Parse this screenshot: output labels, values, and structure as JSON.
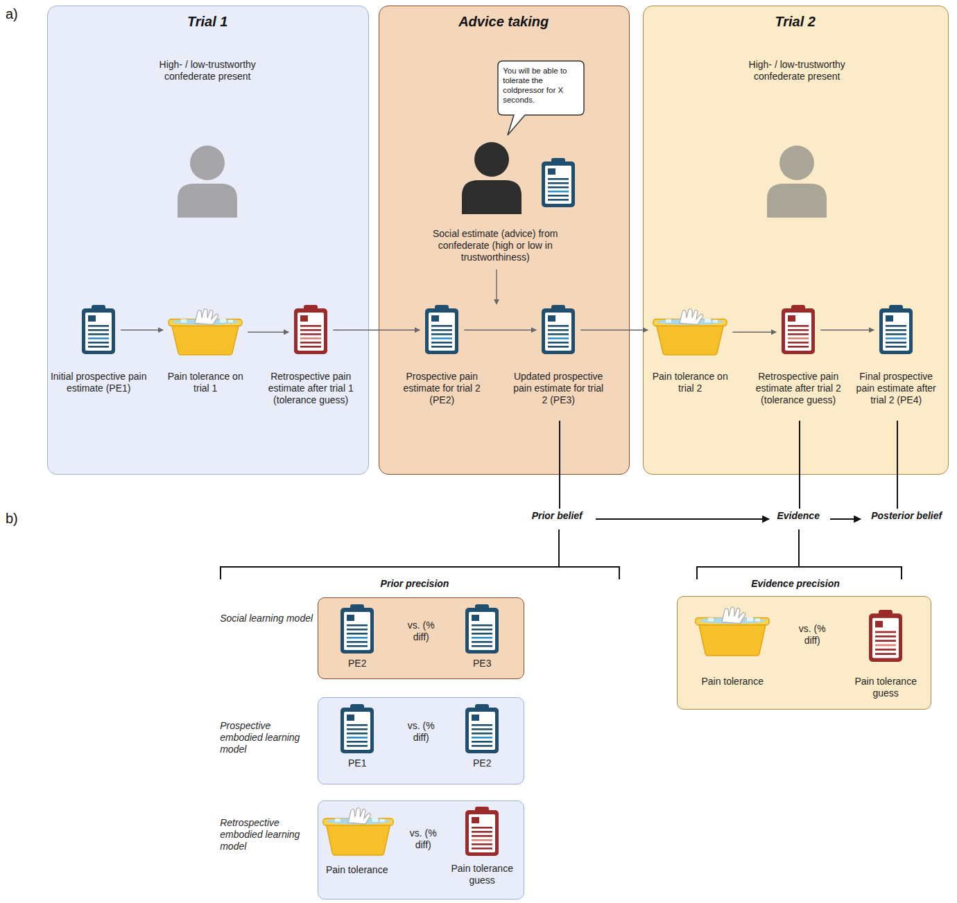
{
  "diagram": {
    "nodes": [
      {
        "text": [
          "Trial 1",
          "High- / low-trustworthy confederate present"
        ]
      },
      {
        "text": [
          "Initial prospective pain estimate (PE1)"
        ],
        "in": 0
      },
      {
        "text": [
          "Pain tolerance on trial 1"
        ],
        "in": 0
      },
      {
        "text": [
          "Retrospective pain estimate after trial 1 (tolerance guess)"
        ],
        "in": 0
      },
      {
        "text": [
          "Advice taking"
        ]
      },
      {
        "text": [
          "You will be able to tolerate the coldpressor for X seconds."
        ],
        "in": 4
      },
      {
        "text": [
          "Social estimate (advice) from confederate (high or low in trustworthiness)"
        ],
        "in": 4
      },
      {
        "text": [
          "Prospective pain estimate for trial 2 (PE2)"
        ],
        "in": 4
      },
      {
        "text": [
          "Updated prospective pain estimate for trial 2 (PE3)"
        ],
        "in": 4
      },
      {
        "text": [
          "Trial 2",
          "High- / low-trustworthy confederate present"
        ]
      },
      {
        "text": [
          "Pain tolerance on trial 2"
        ],
        "in": 9
      },
      {
        "text": [
          "Retrospective pain estimate after trial 2 (tolerance guess)"
        ],
        "in": 9
      },
      {
        "text": [
          "Final prospective pain estimate after trial 2 (PE4)"
        ],
        "in": 9
      },
      {
        "text": [
          "Prior belief"
        ]
      },
      {
        "text": [
          "Evidence"
        ]
      },
      {
        "text": [
          "Posterior belief"
        ]
      },
      {
        "text": [
          "Social learning model",
          "PE2",
          "vs. (% diff)",
          "PE3"
        ]
      },
      {
        "text": [
          "Prospective embodied learning model",
          "PE1",
          "vs. (% diff)",
          "PE2"
        ]
      },
      {
        "text": [
          "Retrospective embodied learning model",
          "Pain tolerance",
          "vs. (% diff)",
          "Pain tolerance guess"
        ]
      },
      {
        "text": [
          "Pain tolerance",
          "vs. (% diff)",
          "Pain tolerance guess"
        ]
      }
    ],
    "edges": [
      {
        "from": 1,
        "to": 2,
        "arrow": "to"
      },
      {
        "from": 2,
        "to": 3,
        "arrow": "to"
      },
      {
        "from": 3,
        "to": 7,
        "arrow": "to"
      },
      {
        "from": 7,
        "to": 8,
        "arrow": "to"
      },
      {
        "from": 6,
        "to": 8,
        "arrow": "to"
      },
      {
        "from": 8,
        "to": 10,
        "arrow": "to"
      },
      {
        "from": 10,
        "to": 11,
        "arrow": "to"
      },
      {
        "from": 11,
        "to": 12,
        "arrow": "to"
      },
      {
        "from": 8,
        "to": 13,
        "arrow": "none"
      },
      {
        "from": 11,
        "to": 14,
        "arrow": "none"
      },
      {
        "from": 12,
        "to": 15,
        "arrow": "none"
      },
      {
        "from": 13,
        "to": 14,
        "arrow": "to"
      },
      {
        "from": 14,
        "to": 15,
        "arrow": "to"
      }
    ],
    "labels": [
      "a)",
      "b)",
      "Prior precision",
      "Evidence precision"
    ]
  }
}
